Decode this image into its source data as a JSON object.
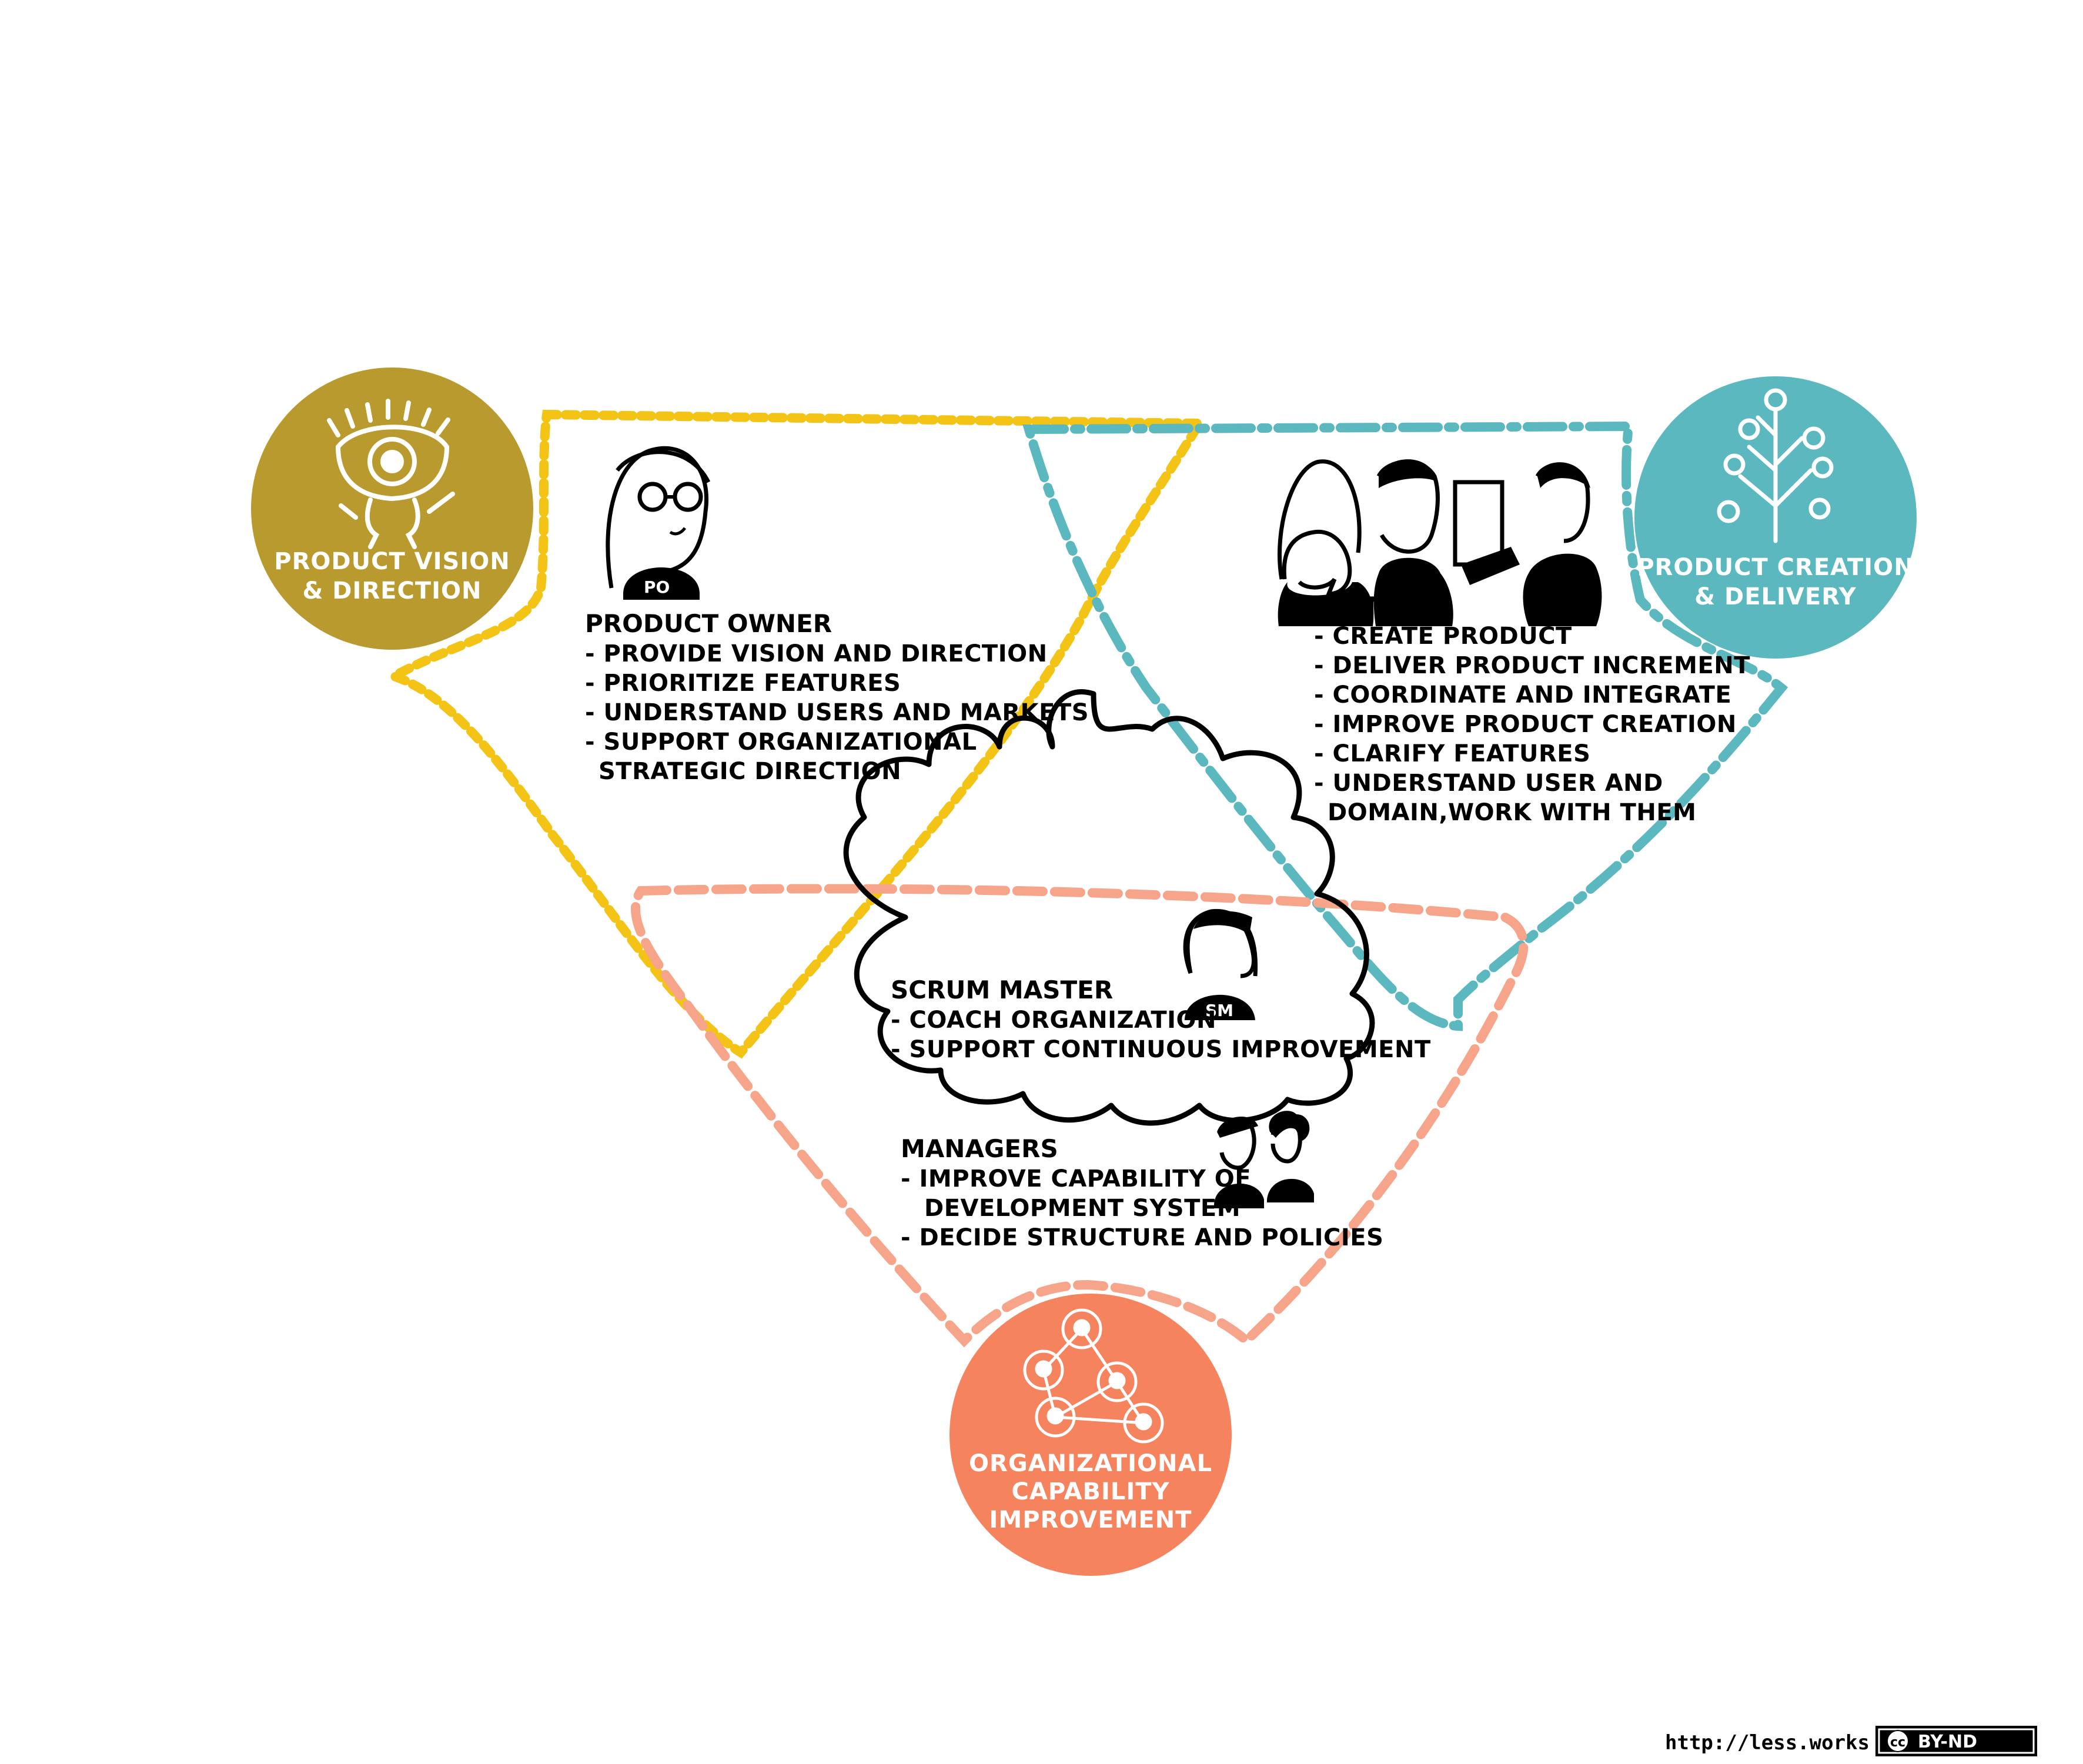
{
  "circles": {
    "vision": {
      "label_line1": "PRODUCT VISION",
      "label_line2": "& DIRECTION",
      "color": "#B89A2E",
      "icon": "eye-figure-icon"
    },
    "creation": {
      "label_line1": "PRODUCT CREATION",
      "label_line2": "& DELIVERY",
      "color": "#5BB8BE",
      "icon": "apple-tree-icon"
    },
    "capability": {
      "label_line1": "ORGANIZATIONAL",
      "label_line2": "CAPABILITY",
      "label_line3": "IMPROVEMENT",
      "color": "#F4835E",
      "icon": "connected-people-network-icon"
    }
  },
  "areas": {
    "vision_color": "#F3C316",
    "creation_color": "#5BB8BE",
    "capability_color": "#F6A48A"
  },
  "product_owner": {
    "badge": "PO",
    "title": "PRODUCT OWNER",
    "lines": [
      "- PROVIDE VISION AND DIRECTION",
      "- PRIORITIZE FEATURES",
      "- UNDERSTAND USERS AND MARKETS",
      "- SUPPORT ORGANIZATIONAL",
      "STRATEGIC DIRECTION"
    ]
  },
  "teams": {
    "title": "TEAMS",
    "lines": [
      "- CREATE PRODUCT",
      "- DELIVER PRODUCT INCREMENT",
      "- COORDINATE AND INTEGRATE",
      "- IMPROVE PRODUCT CREATION",
      "- CLARIFY FEATURES",
      "- UNDERSTAND USER AND",
      "DOMAIN,WORK WITH THEM"
    ]
  },
  "scrum_master": {
    "badge": "SM",
    "title": "SCRUM MASTER",
    "lines": [
      "- COACH ORGANIZATION",
      "- SUPPORT CONTINUOUS IMPROVEMENT"
    ]
  },
  "managers": {
    "title": "MANAGERS",
    "lines": [
      "- IMPROVE CAPABILITY OF",
      "DEVELOPMENT SYSTEM",
      "- DECIDE STRUCTURE AND POLICIES"
    ]
  },
  "footer": {
    "url": "http://less.works",
    "license_cc": "cc",
    "license_type": "BY-ND"
  }
}
